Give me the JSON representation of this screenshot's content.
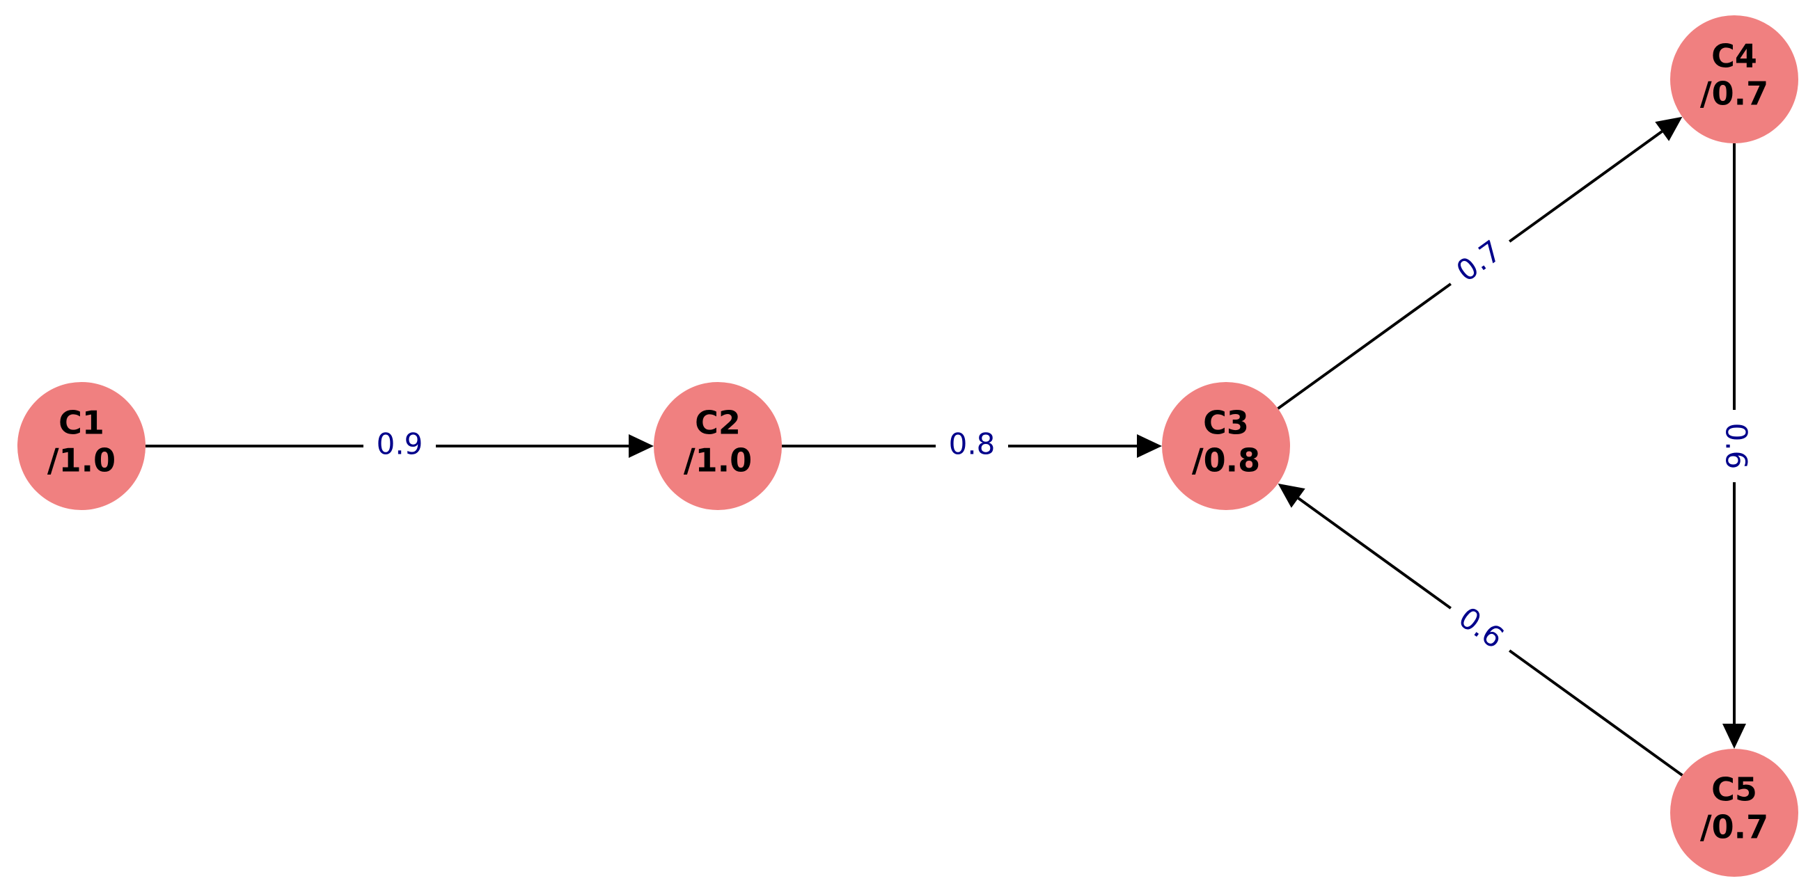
{
  "colors": {
    "node_fill": "#F08080",
    "node_text": "#000000",
    "edge": "#000000",
    "edge_label": "#00008B",
    "background": "#FFFFFF"
  },
  "nodes": [
    {
      "id": "C1",
      "line1": "C1",
      "line2": "/1.0"
    },
    {
      "id": "C2",
      "line1": "C2",
      "line2": "/1.0"
    },
    {
      "id": "C3",
      "line1": "C3",
      "line2": "/0.8"
    },
    {
      "id": "C4",
      "line1": "C4",
      "line2": "/0.7"
    },
    {
      "id": "C5",
      "line1": "C5",
      "line2": "/0.7"
    }
  ],
  "edges": [
    {
      "from": "C1",
      "to": "C2",
      "weight": "0.9"
    },
    {
      "from": "C2",
      "to": "C3",
      "weight": "0.8"
    },
    {
      "from": "C3",
      "to": "C4",
      "weight": "0.7"
    },
    {
      "from": "C4",
      "to": "C5",
      "weight": "0.6"
    },
    {
      "from": "C5",
      "to": "C3",
      "weight": "0.6"
    }
  ]
}
